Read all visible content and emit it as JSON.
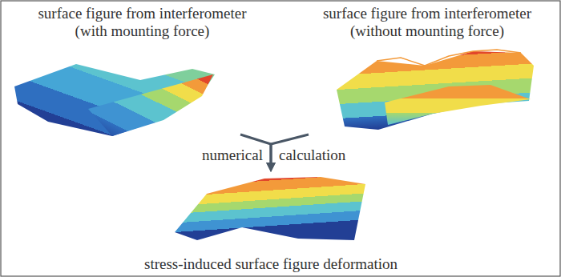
{
  "diagram": {
    "nodes": [
      {
        "text": [
          "surface figure from interferometer (with mounting force)"
        ]
      },
      {
        "text": [
          "surface figure from interferometer (without mounting force)"
        ]
      },
      {
        "text": [
          "stress-induced surface figure deformation"
        ]
      }
    ],
    "edges": [
      {
        "from": 0,
        "to": 2,
        "arrow": "to",
        "label": "numerical"
      },
      {
        "from": 1,
        "to": 2,
        "arrow": "to",
        "label": "calculation"
      }
    ]
  }
}
